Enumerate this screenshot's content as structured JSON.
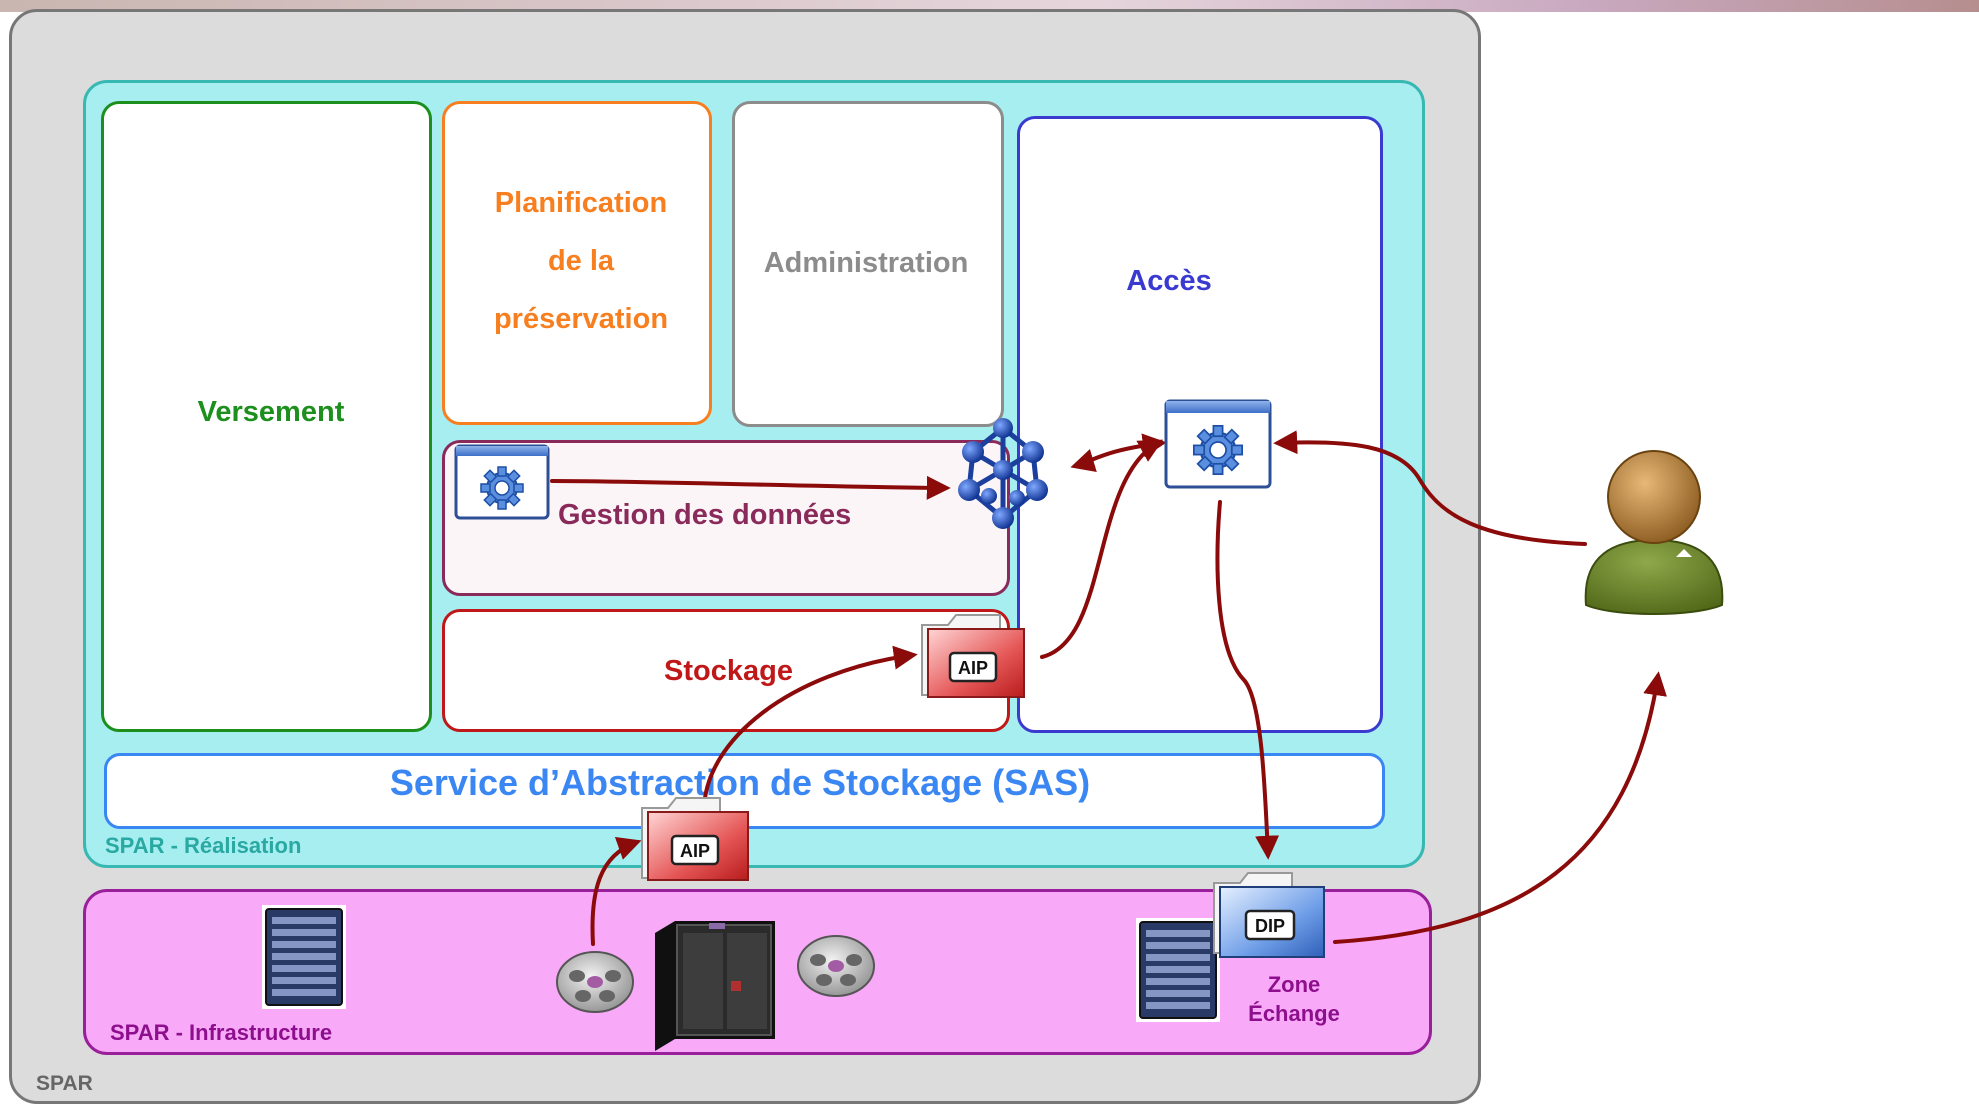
{
  "labels": {
    "versement": "Versement",
    "planification": [
      "Planification",
      "de la",
      "préservation"
    ],
    "administration": "Administration",
    "acces": "Accès",
    "gestion": "Gestion des données",
    "stockage": "Stockage",
    "sas": "Service d’Abstraction de Stockage (SAS)",
    "realisation": "SPAR - Réalisation",
    "infrastructure": "SPAR - Infrastructure",
    "spar": "SPAR",
    "zone_echange": [
      "Zone",
      "Échange"
    ],
    "aip": "AIP",
    "dip": "DIP"
  },
  "colors": {
    "versement": "#1d8f1d",
    "planification": "#f77f1f",
    "administration": "#8c8c8c",
    "acces": "#3a3ad0",
    "gestion": "#8a2a5a",
    "stockage": "#c01818",
    "sas": "#3a86f2",
    "realisation": "#2aa8a2",
    "infrastructure": "#8e0f8e",
    "spar": "#666666",
    "arrow": "#8b0a0a"
  },
  "icons": [
    "app-gear-icon",
    "network-icon",
    "aip-folder-icon",
    "dip-folder-icon",
    "server-icon",
    "tape-reel-icon",
    "tape-library-icon",
    "user-icon"
  ]
}
